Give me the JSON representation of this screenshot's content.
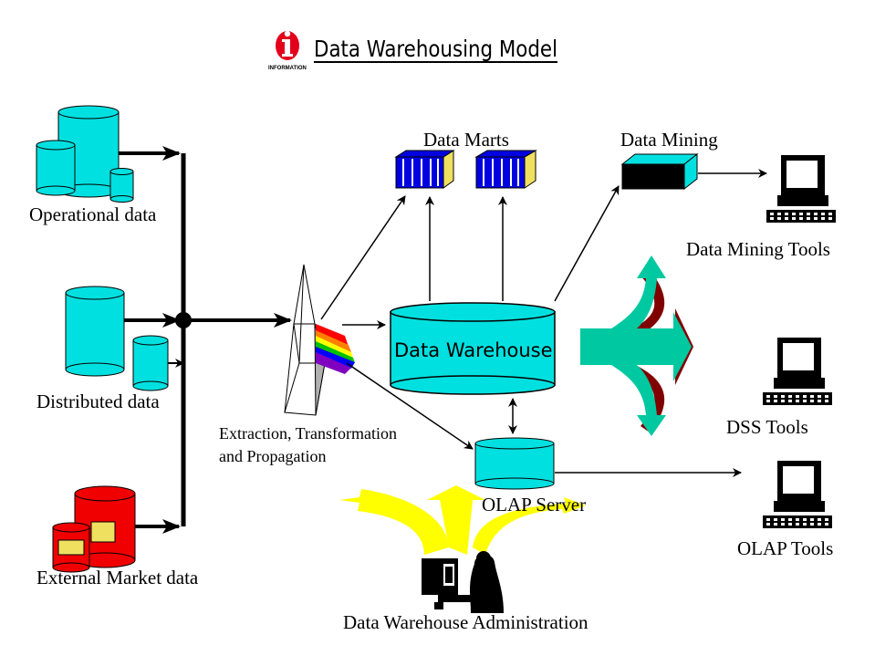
{
  "title": "Data Warehousing Model",
  "logo": {
    "letter": "i",
    "caption": "INFORMATION",
    "color": "#e3001b"
  },
  "sources": {
    "operational": "Operational data",
    "distributed": "Distributed data",
    "external": "External Market data"
  },
  "etl": {
    "line1": "Extraction, Transformation",
    "line2": "and Propagation"
  },
  "data_marts": "Data Marts",
  "data_mining": "Data Mining",
  "data_warehouse": "Data Warehouse",
  "olap_server": "OLAP Server",
  "tools": {
    "mining": "Data Mining Tools",
    "dss": "DSS Tools",
    "olap": "OLAP Tools"
  },
  "administration": "Data Warehouse Administration",
  "colors": {
    "cyan": "#00e0e0",
    "red": "#f00000",
    "yellow_label": "#f0e060",
    "admin_arrow": "#ffff00",
    "mart_blue": "#0000e0",
    "teal_arrow": "#00c8a0",
    "maroon": "#800000"
  },
  "icons": [
    "information-logo-icon",
    "cylinder-icon",
    "prism-icon",
    "computer-terminal-icon",
    "administrator-at-desk-icon"
  ]
}
